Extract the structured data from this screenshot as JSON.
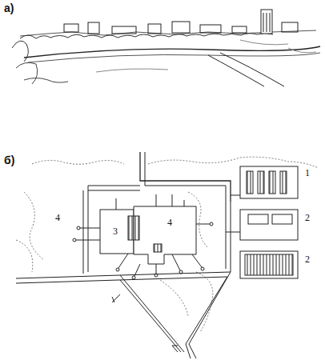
{
  "diagram": {
    "labels": [
      "а)",
      "б)",
      "1",
      "2",
      "2",
      "3",
      "4",
      "4"
    ]
  }
}
